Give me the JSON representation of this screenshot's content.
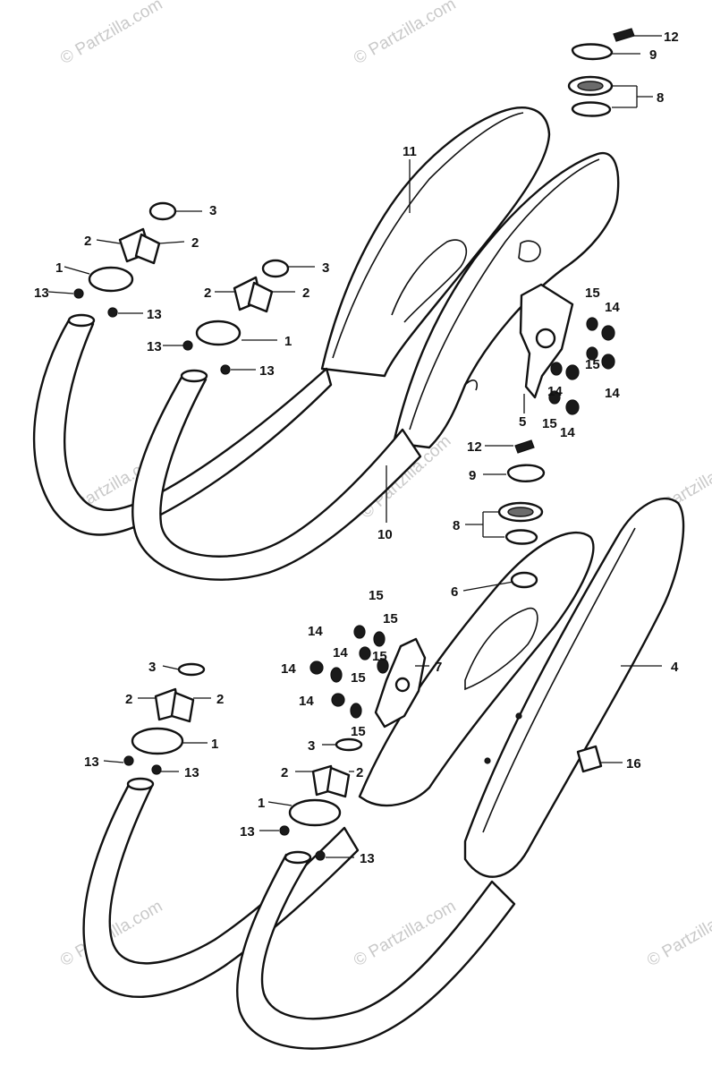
{
  "watermark": "© Partzilla.com",
  "callouts": {
    "n1": "1",
    "n2": "2",
    "n3": "3",
    "n4": "4",
    "n5": "5",
    "n6": "6",
    "n7": "7",
    "n8": "8",
    "n9": "9",
    "n10": "10",
    "n11": "11",
    "n12": "12",
    "n13": "13",
    "n14": "14",
    "n15": "15",
    "n16": "16"
  }
}
